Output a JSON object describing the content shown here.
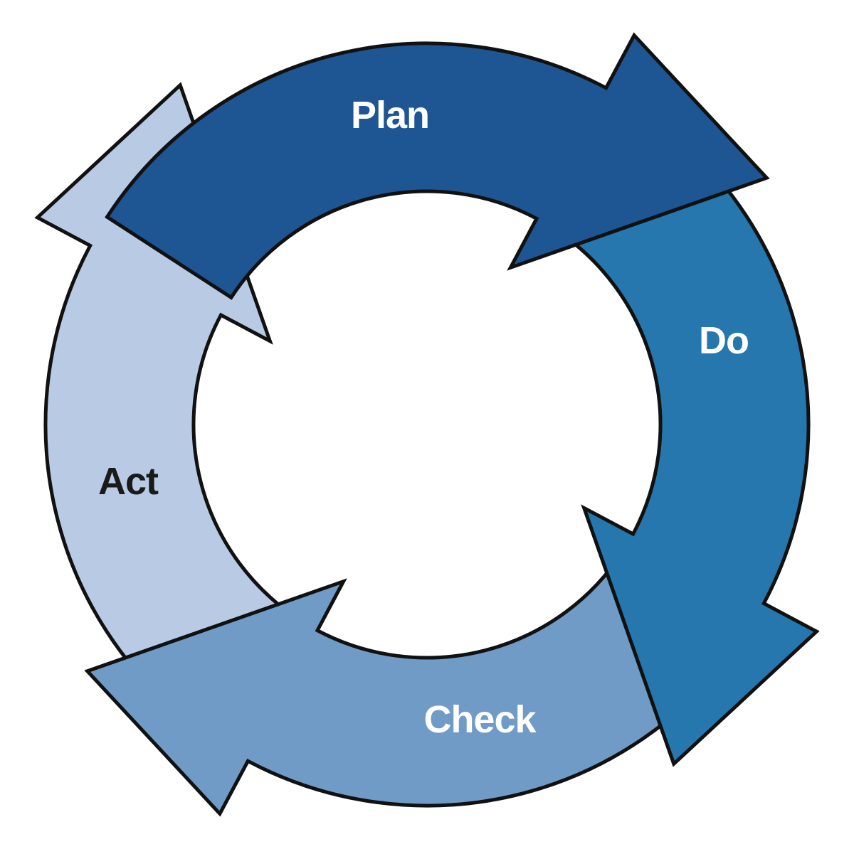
{
  "stages": [
    {
      "key": "plan",
      "label": "Plan",
      "color": "#1e5593",
      "text_color": "#ffffff"
    },
    {
      "key": "do",
      "label": "Do",
      "color": "#2577ad",
      "text_color": "#ffffff"
    },
    {
      "key": "check",
      "label": "Check",
      "color": "#6f9bc6",
      "text_color": "#ffffff"
    },
    {
      "key": "act",
      "label": "Act",
      "color": "#b9cbe4",
      "text_color": "#1a1a1a"
    }
  ]
}
